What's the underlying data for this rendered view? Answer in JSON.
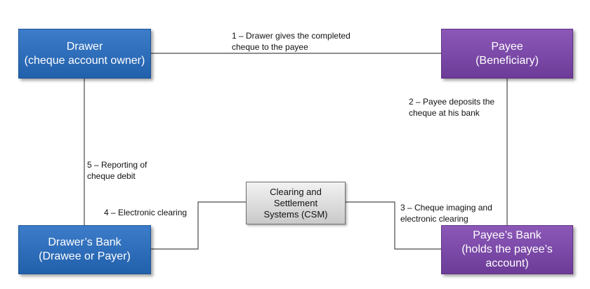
{
  "nodes": {
    "drawer": {
      "line1": "Drawer",
      "line2": "(cheque account owner)"
    },
    "payee": {
      "line1": "Payee",
      "line2": "(Beneficiary)"
    },
    "drawers_bank": {
      "line1": "Drawer’s Bank",
      "line2": "(Drawee or Payer)"
    },
    "payees_bank": {
      "line1": "Payee’s Bank",
      "line2": "(holds the payee’s",
      "line3": "account)"
    },
    "csm": {
      "line1": "Clearing and",
      "line2": "Settlement",
      "line3": "Systems (CSM)"
    }
  },
  "edges": {
    "step1": {
      "line1": "1 – Drawer gives the completed",
      "line2": "cheque to the payee"
    },
    "step2": {
      "line1": "2 – Payee deposits the",
      "line2": "cheque at his bank"
    },
    "step3": {
      "line1": "3 – Cheque imaging and",
      "line2": "electronic clearing"
    },
    "step4": {
      "line1": "4 – Electronic clearing"
    },
    "step5": {
      "line1": "5 – Reporting of",
      "line2": "cheque debit"
    }
  },
  "colors": {
    "drawer_side": "#2b6cb8",
    "payee_side": "#7b4aa8",
    "csm": "#d9d9d9",
    "connector": "#4a4a4a"
  }
}
